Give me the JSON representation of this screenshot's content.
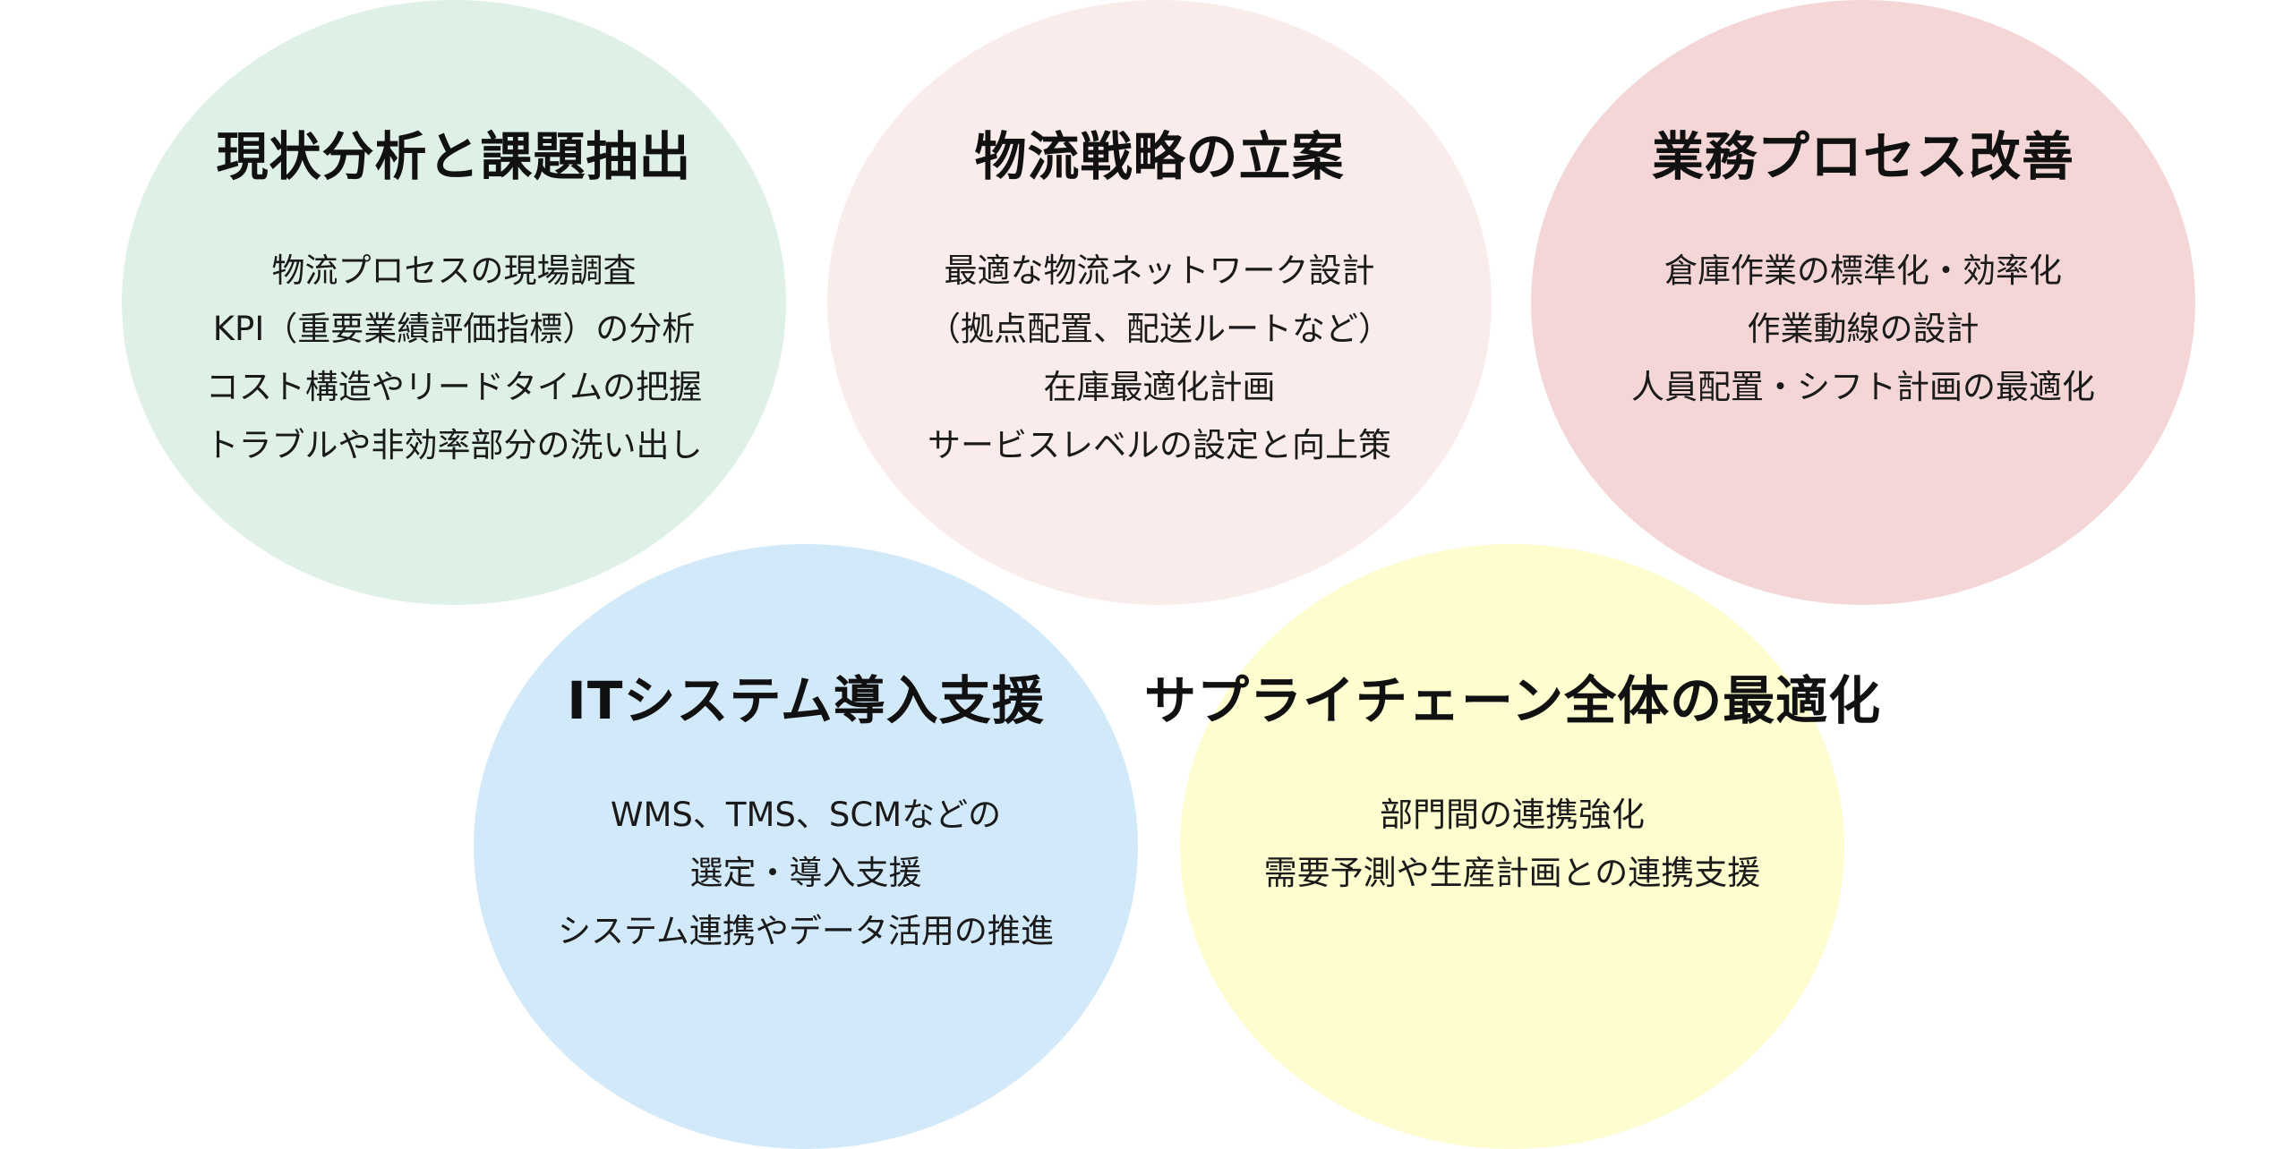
{
  "circles": [
    {
      "title": "現状分析と課題抽出",
      "color": "#dff1e7",
      "items": [
        "物流プロセスの現場調査",
        "KPI（重要業績評価指標）の分析",
        "コスト構造やリードタイムの把握",
        "トラブルや非効率部分の洗い出し"
      ]
    },
    {
      "title": "物流戦略の立案",
      "color": "#fbecec",
      "items": [
        "最適な物流ネットワーク設計",
        "（拠点配置、配送ルートなど）",
        "在庫最適化計画",
        "サービスレベルの設定と向上策"
      ]
    },
    {
      "title": "業務プロセス改善",
      "color": "#f4d6d6",
      "items": [
        "倉庫作業の標準化・効率化",
        "作業動線の設計",
        "人員配置・シフト計画の最適化"
      ]
    },
    {
      "title": "ITシステム導入支援",
      "color": "#d2e9fa",
      "items": [
        "WMS、TMS、SCMなどの",
        "選定・導入支援",
        "システム連携やデータ活用の推進"
      ]
    },
    {
      "title": "サプライチェーン全体の最適化",
      "color": "#fdfdcf",
      "items": [
        "部門間の連携強化",
        "需要予測や生産計画との連携支援"
      ]
    }
  ]
}
